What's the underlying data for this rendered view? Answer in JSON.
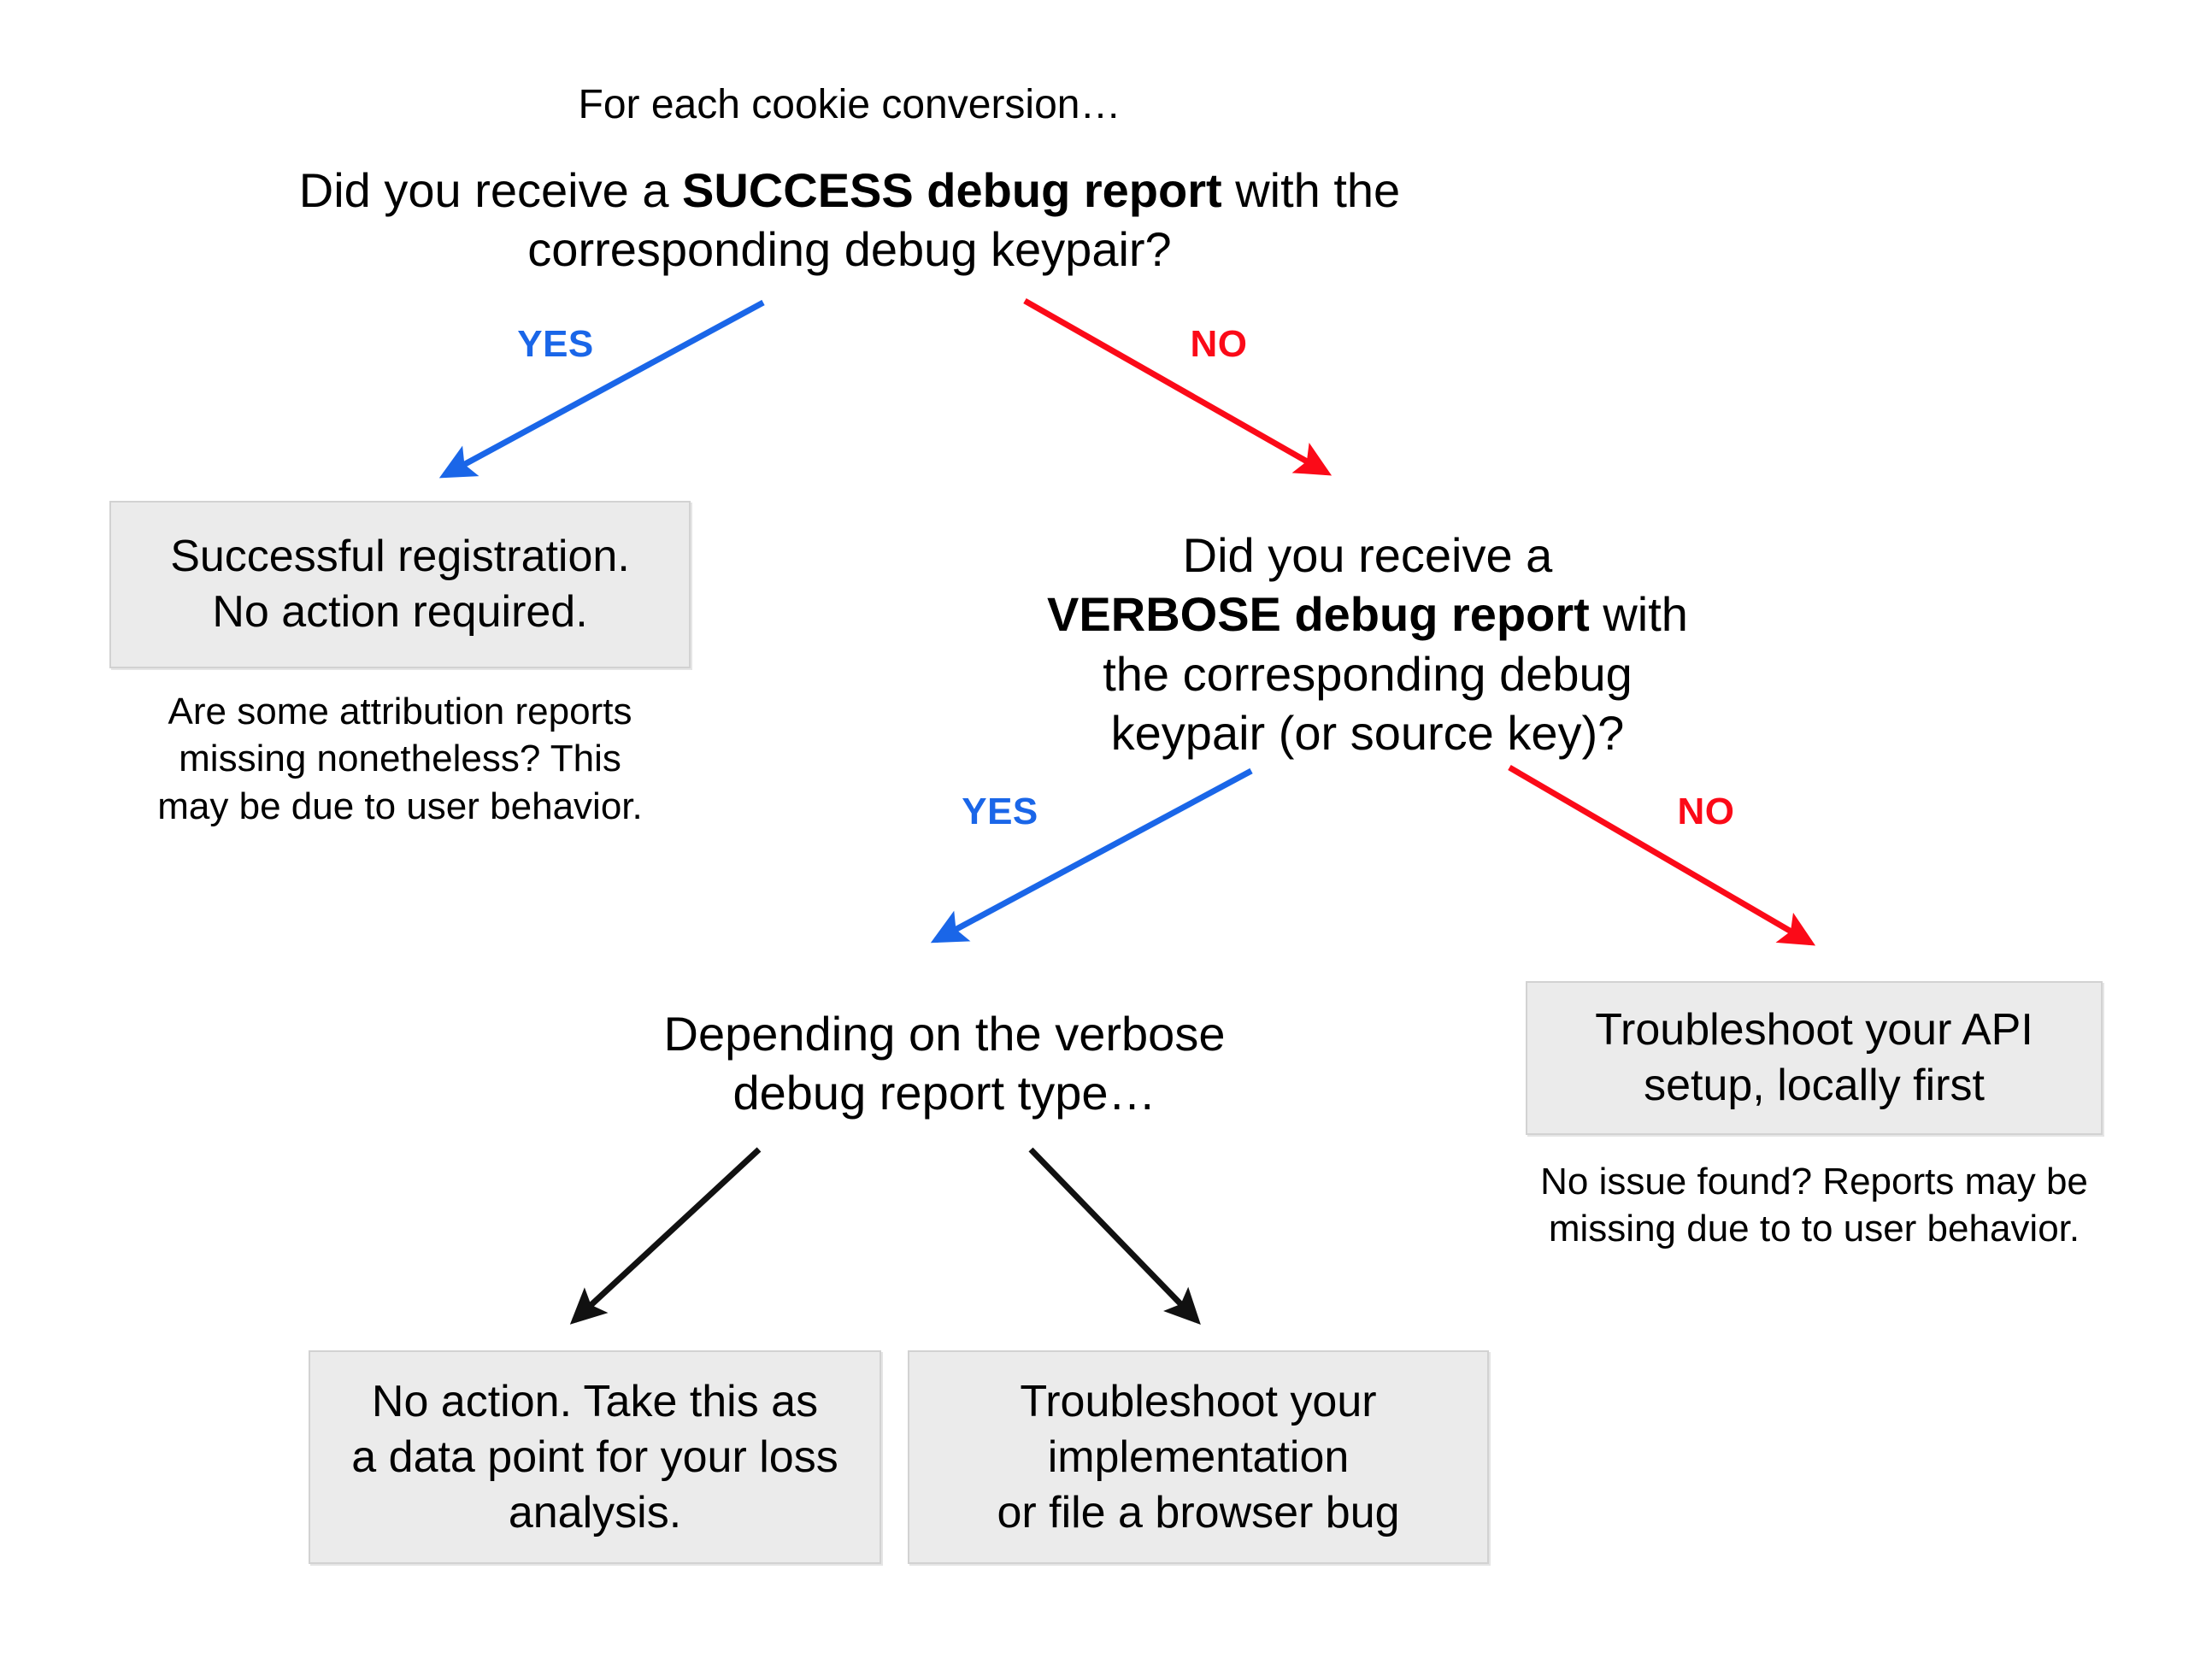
{
  "diagram": {
    "title": "For each cookie conversion…",
    "root_question": {
      "prefix": "Did you receive a ",
      "emphasis": "SUCCESS debug report",
      "suffix": " with the\ncorresponding debug keypair?"
    },
    "second_question": {
      "line1": "Did you receive a",
      "emphasis": "VERBOSE debug report",
      "suffix": " with",
      "rest": "the corresponding debug\nkeypair (or source key)?"
    },
    "verbose_type_note": "Depending on the verbose\ndebug report type…",
    "boxes": {
      "success_registration": "Successful registration.\nNo action required.",
      "troubleshoot_api": "Troubleshoot your API\nsetup, locally first",
      "no_action_loss": "No action. Take this as\na data point for your loss\nanalysis.",
      "troubleshoot_impl": "Troubleshoot your\nimplementation\nor file a browser bug"
    },
    "captions": {
      "attribution_missing": "Are some attribution reports\nmissing nonetheless? This\nmay be due to user behavior.",
      "no_issue_found": "No issue found? Reports may be\nmissing due to to user behavior."
    },
    "edges": {
      "yes_label": "YES",
      "no_label": "NO"
    },
    "colors": {
      "yes": "#1a66e8",
      "no": "#fb0a18",
      "neutral": "#111111",
      "box_fill": "#ebebeb",
      "box_border": "#d2d2d2",
      "background": "#ffffff"
    }
  }
}
